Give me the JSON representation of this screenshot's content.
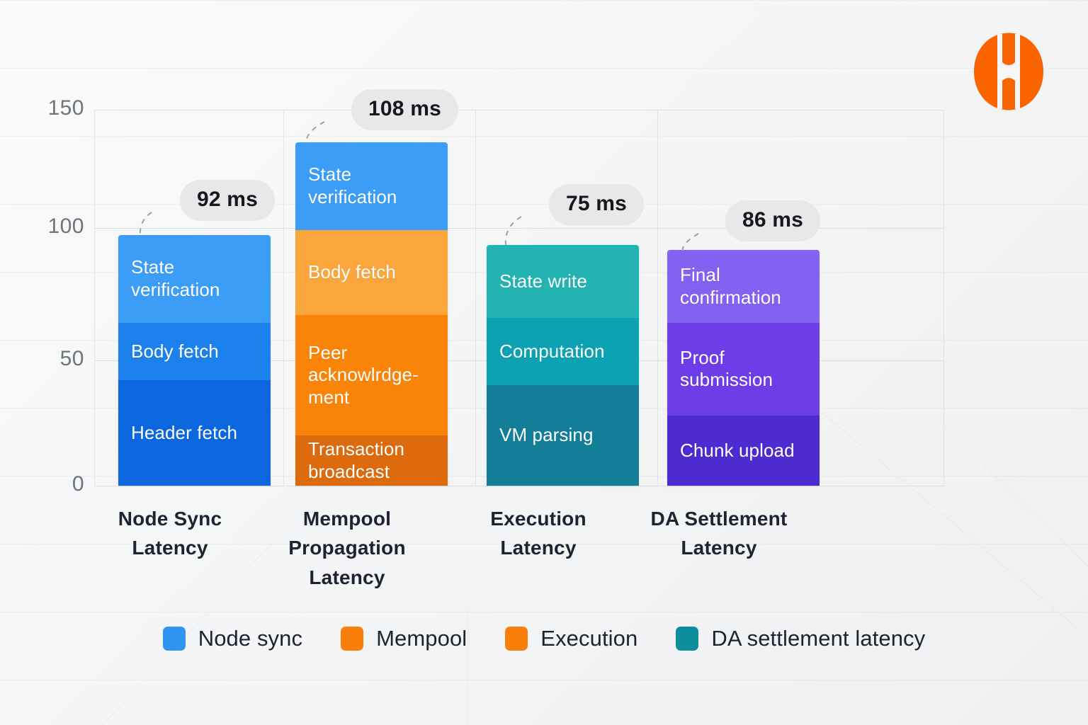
{
  "brand": {
    "logo_name": "h-monogram-logo",
    "logo_color": "#F96400"
  },
  "chart_data": {
    "type": "bar",
    "subtype": "stacked-bar",
    "title": "",
    "xlabel": "",
    "ylabel": "",
    "ylim": [
      0,
      150
    ],
    "yticks": [
      "0",
      "50",
      "100",
      "150"
    ],
    "ytick_values": [
      0,
      50,
      100,
      150
    ],
    "grid": true,
    "legend_position": "bottom",
    "unit": "ms",
    "categories": [
      "Node Sync Latency",
      "Mempool Propagation Latency",
      "Execution Latency",
      "DA Settlement Latency"
    ],
    "totals_label": [
      "92 ms",
      "108 ms",
      "75 ms",
      "86 ms"
    ],
    "totals": [
      92,
      108,
      75,
      86
    ],
    "bars": [
      {
        "category": "Node Sync Latency",
        "category_lines": [
          "Node Sync",
          "Latency"
        ],
        "total_label": "92 ms",
        "total": 92,
        "bar_top_value": 100,
        "segments": [
          {
            "label": "State verification",
            "value": 35,
            "color": "#3B9DF5"
          },
          {
            "label": "Body fetch",
            "value": 23,
            "color": "#1C81EC"
          },
          {
            "label": "Header fetch",
            "value": 42,
            "color": "#0C66DE"
          }
        ]
      },
      {
        "category": "Mempool Propagation Latency",
        "category_lines": [
          "Mempool",
          "Propagation",
          "Latency"
        ],
        "total_label": "108 ms",
        "total": 108,
        "bar_top_value": 137,
        "segments": [
          {
            "label": "State verification",
            "value": 35,
            "color": "#3B9DF5"
          },
          {
            "label": "Body fetch",
            "value": 34,
            "color": "#FBA63C"
          },
          {
            "label": "Peer acknowlrdge-ment",
            "value": 48,
            "color": "#F98407"
          },
          {
            "label": "Transaction broadcast",
            "value": 20,
            "color": "#DD6B0D"
          }
        ]
      },
      {
        "category": "Execution Latency",
        "category_lines": [
          "Execution",
          "Latency"
        ],
        "total_label": "75 ms",
        "total": 75,
        "bar_top_value": 96,
        "segments": [
          {
            "label": "State write",
            "value": 29,
            "color": "#23B3B3"
          },
          {
            "label": "Computation",
            "value": 27,
            "color": "#0DA2B2"
          },
          {
            "label": "VM parsing",
            "value": 40,
            "color": "#137E97"
          }
        ]
      },
      {
        "category": "DA Settlement Latency",
        "category_lines": [
          "DA Settlement",
          "Latency"
        ],
        "total_label": "86 ms",
        "total": 86,
        "bar_top_value": 94,
        "segments": [
          {
            "label": "Final confirmation",
            "value": 29,
            "color": "#8461F0"
          },
          {
            "label": "Proof submission",
            "value": 37,
            "color": "#6D3EE8"
          },
          {
            "label": "Chunk upload",
            "value": 28,
            "color": "#4D2BD1"
          }
        ]
      }
    ],
    "legend": [
      {
        "label": "Node sync",
        "color": "#2F95F0"
      },
      {
        "label": "Mempool",
        "color": "#F97F0C"
      },
      {
        "label": "Execution",
        "color": "#F97F0C"
      },
      {
        "label": "DA settlement latency",
        "color": "#0D8E9C"
      }
    ]
  }
}
